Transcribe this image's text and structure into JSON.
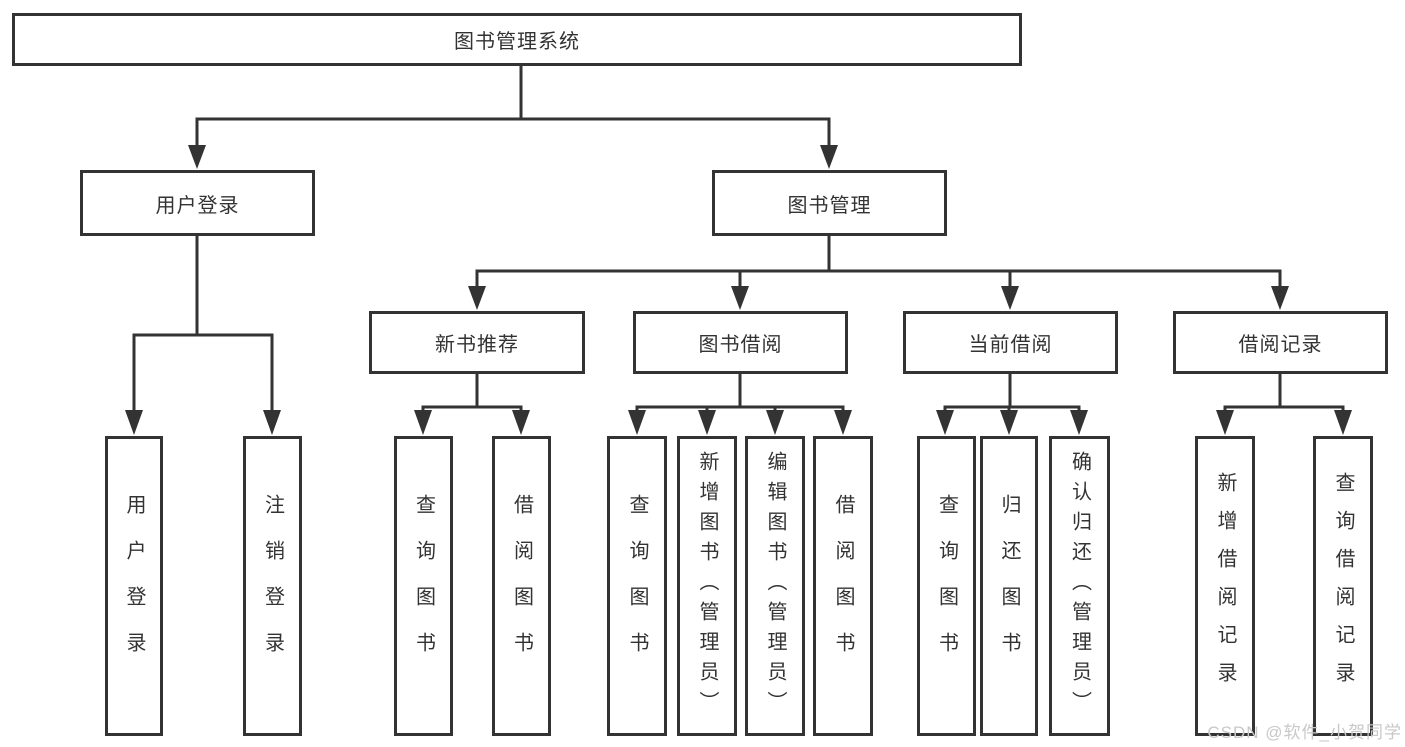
{
  "diagram": {
    "type": "tree",
    "root": {
      "label": "图书管理系统"
    },
    "level2": [
      {
        "id": "user-login",
        "label": "用户登录",
        "parent": "图书管理系统"
      },
      {
        "id": "book-management",
        "label": "图书管理",
        "parent": "图书管理系统"
      }
    ],
    "level3": [
      {
        "id": "new-book-recommend",
        "label": "新书推荐",
        "parent": "图书管理"
      },
      {
        "id": "book-borrowing",
        "label": "图书借阅",
        "parent": "图书管理"
      },
      {
        "id": "current-borrowing",
        "label": "当前借阅",
        "parent": "图书管理"
      },
      {
        "id": "borrowing-records",
        "label": "借阅记录",
        "parent": "图书管理"
      }
    ],
    "leaves": [
      {
        "id": "user-login-leaf",
        "label": "用户登录",
        "parent": "用户登录"
      },
      {
        "id": "logout-leaf",
        "label": "注销登录",
        "parent": "用户登录"
      },
      {
        "id": "query-books-recommend",
        "label": "查询图书",
        "parent": "新书推荐"
      },
      {
        "id": "borrow-books-recommend",
        "label": "借阅图书",
        "parent": "新书推荐"
      },
      {
        "id": "query-books-borrowing",
        "label": "查询图书",
        "parent": "图书借阅"
      },
      {
        "id": "add-book-admin",
        "label": "新增图书（管理员）",
        "parent": "图书借阅"
      },
      {
        "id": "edit-book-admin",
        "label": "编辑图书（管理员）",
        "parent": "图书借阅"
      },
      {
        "id": "borrow-books-borrowing",
        "label": "借阅图书",
        "parent": "图书借阅"
      },
      {
        "id": "query-books-current",
        "label": "查询图书",
        "parent": "当前借阅"
      },
      {
        "id": "return-books",
        "label": "归还图书",
        "parent": "当前借阅"
      },
      {
        "id": "confirm-return-admin",
        "label": "确认归还（管理员）",
        "parent": "当前借阅"
      },
      {
        "id": "add-borrow-record",
        "label": "新增借阅记录",
        "parent": "借阅记录"
      },
      {
        "id": "query-borrow-record",
        "label": "查询借阅记录",
        "parent": "借阅记录"
      }
    ],
    "colors": {
      "line": "#333333",
      "box_border": "#333333",
      "text": "#333333",
      "background": "#ffffff",
      "watermark_text": "#c8c8c8"
    }
  },
  "watermark": {
    "text": "CSDN @软件_小贺同学"
  }
}
